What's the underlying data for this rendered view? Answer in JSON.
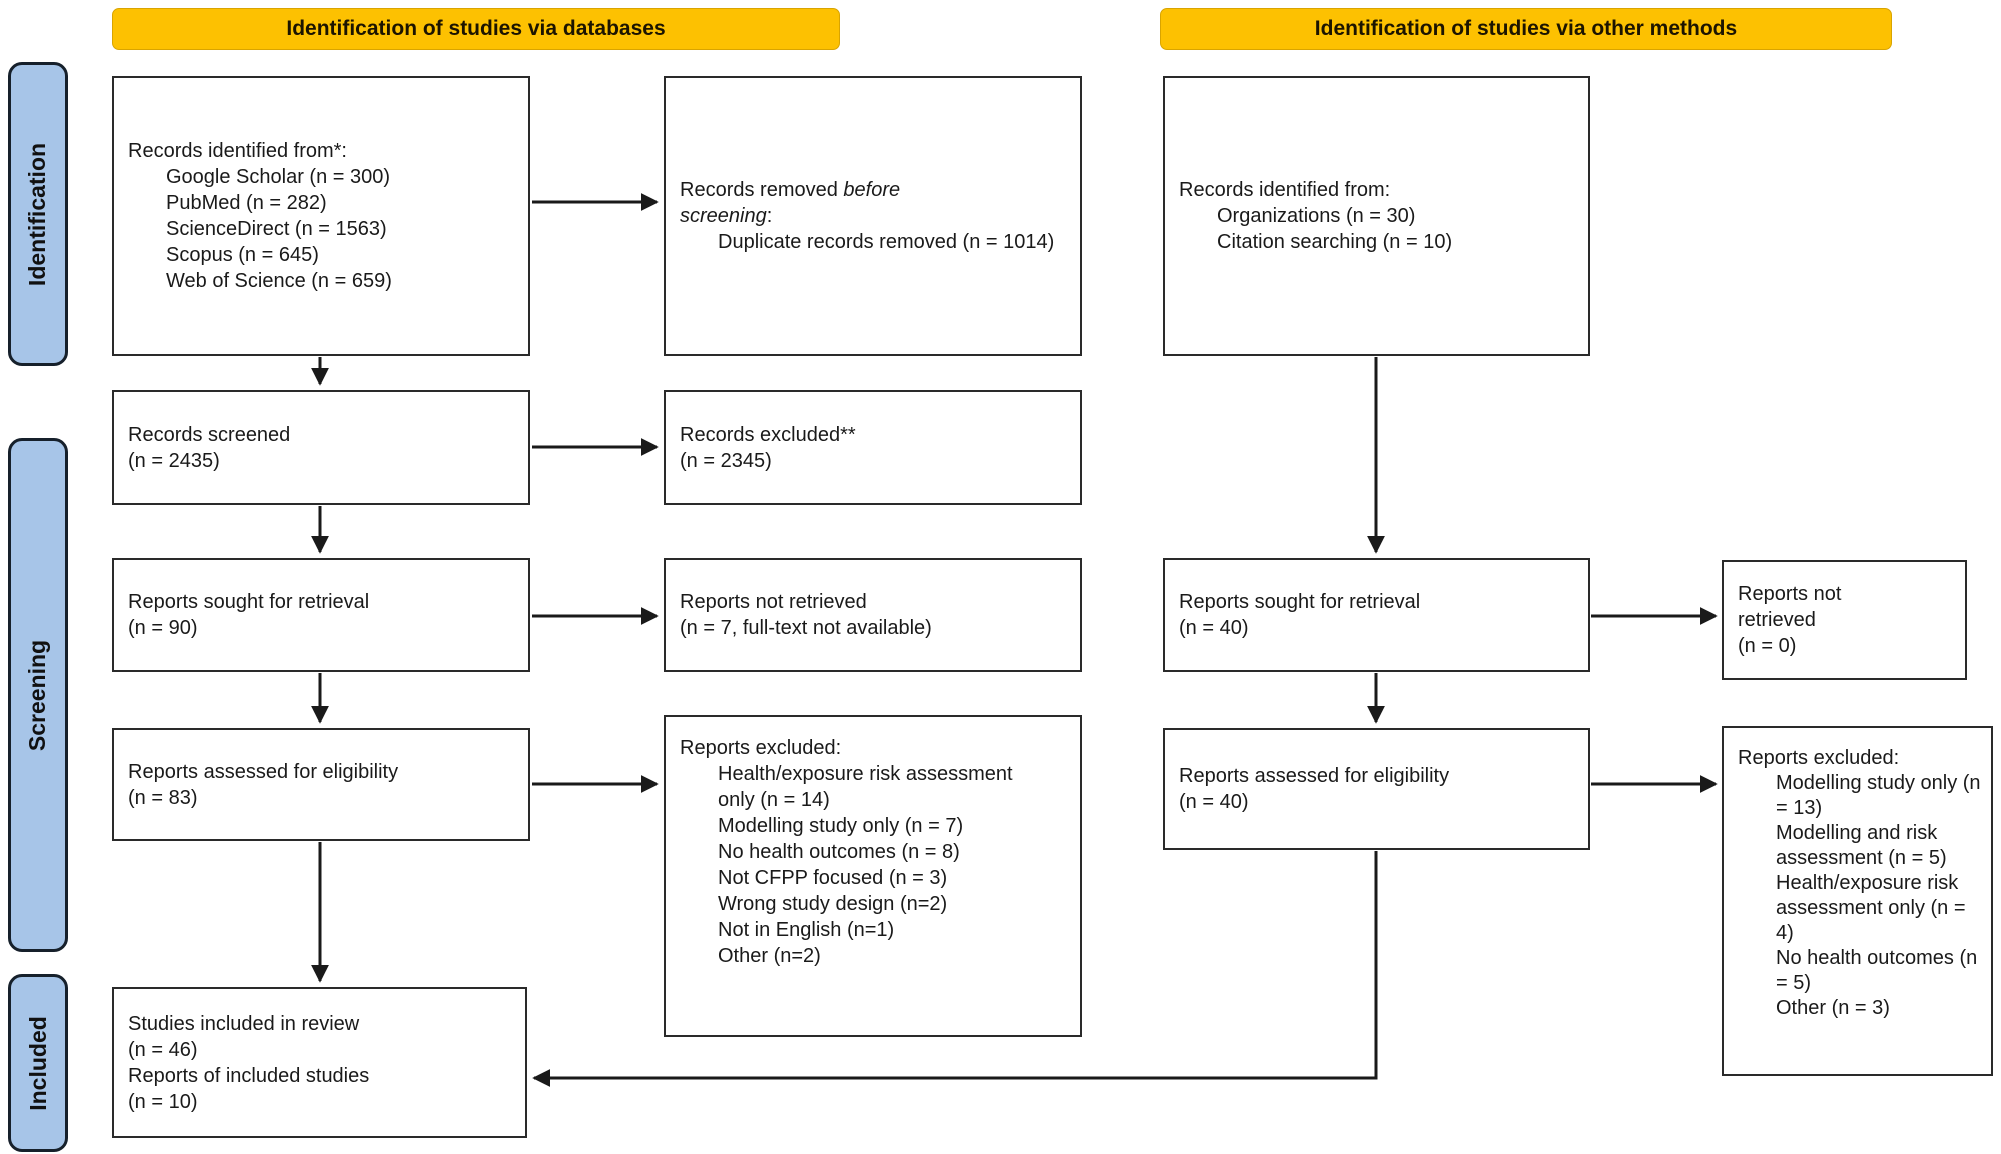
{
  "colors": {
    "header_bg": "#FDC101",
    "sidebar_bg": "#A7C5E8",
    "box_border": "#2a2a2a",
    "line_color": "#1a1a1a"
  },
  "headers": {
    "databases": "Identification of studies via databases",
    "other": "Identification of studies via other methods"
  },
  "sidebar": [
    {
      "label": "Identification"
    },
    {
      "label": "Screening"
    },
    {
      "label": "Included"
    }
  ],
  "boxes": {
    "db_identified": {
      "title": "Records identified from*:",
      "items": [
        "Google Scholar (n = 300)",
        "PubMed (n = 282)",
        "ScienceDirect (n = 1563)",
        "Scopus (n = 645)",
        "Web of Science (n = 659)"
      ]
    },
    "records_removed": {
      "lead": "Records removed ",
      "italic1": "before",
      "italic2": "screening",
      "colon": ":",
      "items": [
        "Duplicate records removed (n = 1014)"
      ]
    },
    "records_screened": {
      "lines": [
        "Records screened",
        "(n = 2435)"
      ]
    },
    "records_excluded": {
      "lines": [
        "Records excluded**",
        "(n = 2345)"
      ]
    },
    "reports_sought_db": {
      "lines": [
        "Reports sought for retrieval",
        "(n = 90)"
      ]
    },
    "reports_not_retrieved_db": {
      "lines": [
        "Reports not retrieved",
        "(n = 7, full-text not available)"
      ]
    },
    "reports_assessed_db": {
      "lines": [
        "Reports assessed for eligibility",
        "(n = 83)"
      ]
    },
    "reports_excluded_db": {
      "title": "Reports excluded:",
      "items": [
        "Health/exposure risk assessment only (n = 14)",
        "Modelling study only (n = 7)",
        "No health outcomes (n = 8)",
        "Not CFPP focused (n = 3)",
        "Wrong study design (n=2)",
        "Not in English (n=1)",
        "Other (n=2)"
      ]
    },
    "other_identified": {
      "title": "Records identified from:",
      "items": [
        "Organizations (n = 30)",
        "Citation searching (n = 10)"
      ]
    },
    "reports_sought_other": {
      "lines": [
        "Reports sought for retrieval",
        "(n = 40)"
      ]
    },
    "reports_not_retrieved_other": {
      "lines": [
        "Reports not",
        "retrieved",
        "(n = 0)"
      ]
    },
    "reports_assessed_other": {
      "lines": [
        "Reports assessed for eligibility",
        "(n = 40)"
      ]
    },
    "reports_excluded_other": {
      "title": "Reports excluded:",
      "items": [
        "Modelling study only (n = 13)",
        "Modelling and risk assessment (n = 5)",
        "Health/exposure risk assessment only (n = 4)",
        "No health outcomes (n = 5)",
        "Other (n = 3)"
      ]
    },
    "included": {
      "lines": [
        "Studies included in review",
        "(n = 46)",
        "Reports of included studies",
        "(n = 10)"
      ]
    }
  }
}
